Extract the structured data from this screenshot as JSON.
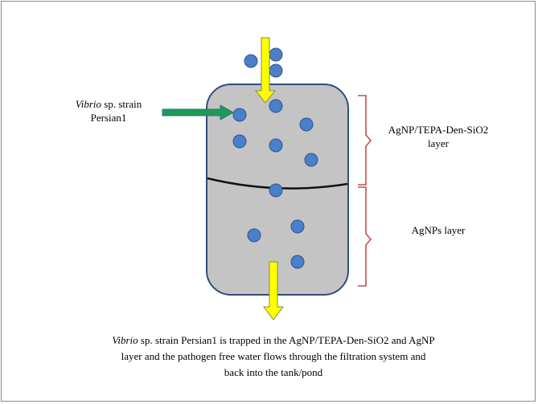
{
  "labels": {
    "strain_italic": "Vibrio",
    "strain_rest_line1": " sp. strain",
    "strain_line2": "Persian1",
    "layer_top_line1": "AgNP/TEPA-Den-SiO2",
    "layer_top_line2": "layer",
    "layer_bottom": "AgNPs layer"
  },
  "caption": {
    "italic": "Vibrio",
    "line1_rest": " sp. strain Persian1 is trapped in the AgNP/TEPA-Den-SiO2  and AgNP",
    "line2": "layer and the pathogen free water flows through the filtration system and",
    "line3": "back into the tank/pond"
  },
  "colors": {
    "container_fill": "#c4c4c4",
    "container_stroke": "#2e4f7c",
    "particle_fill": "#4a7fc9",
    "particle_stroke": "#2c5590",
    "flow_arrow_fill": "#ffff00",
    "flow_arrow_stroke": "#8a8a3a",
    "inlet_arrow_fill": "#1e9a55",
    "inlet_arrow_stroke": "#2f6d8a",
    "bracket": "#c0504d",
    "divider": "#111111"
  }
}
